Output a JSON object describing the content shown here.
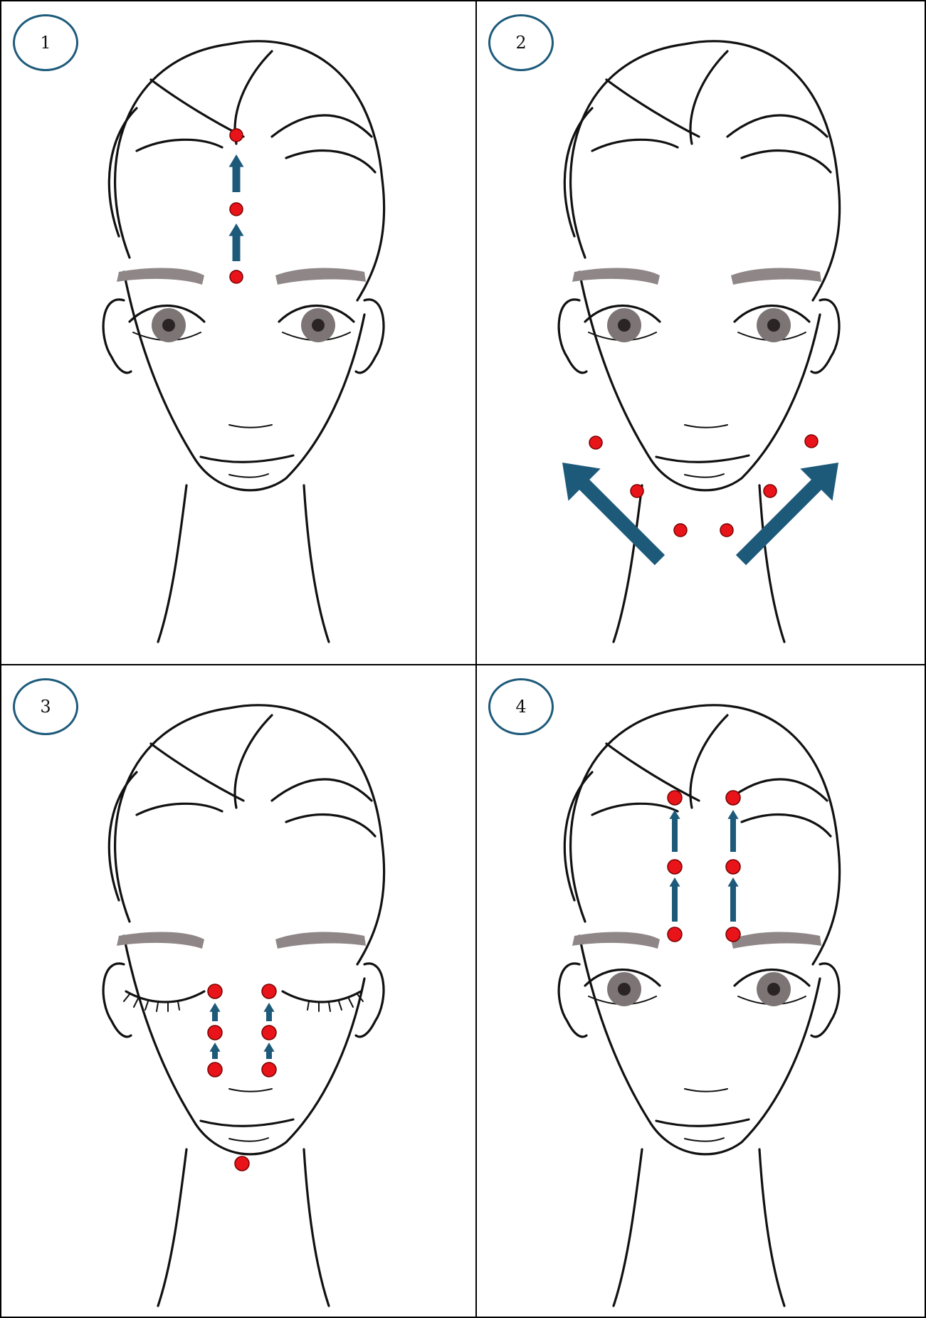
{
  "panels": [
    {
      "number": "1",
      "eyes": "open"
    },
    {
      "number": "2",
      "eyes": "open"
    },
    {
      "number": "3",
      "eyes": "closed"
    },
    {
      "number": "4",
      "eyes": "open"
    }
  ],
  "colors": {
    "acupoint_dot": "#e8141a",
    "arrow": "#1d5a7a",
    "badge_ring": "#1d5a7a",
    "line_art": "#111111"
  }
}
